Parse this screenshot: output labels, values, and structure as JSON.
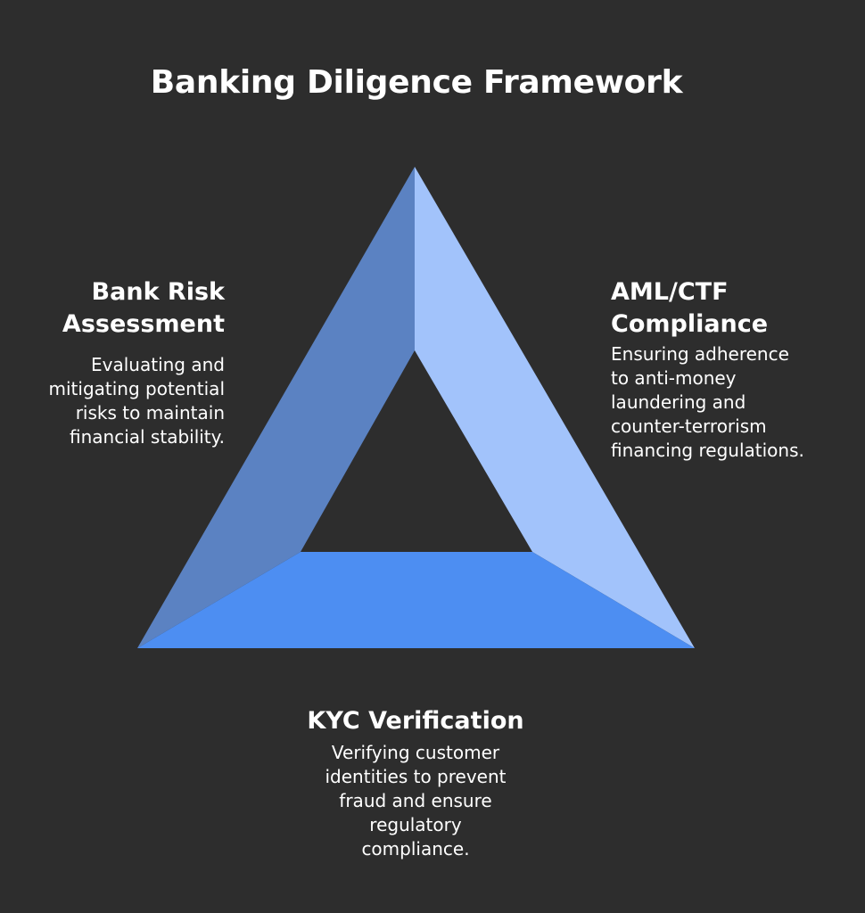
{
  "title": "Banking Diligence Framework",
  "colors": {
    "background": "#2d2d2d",
    "left_face": "#5b82c2",
    "right_face": "#a2c3fb",
    "bottom_face": "#4d8ef2",
    "text": "#ffffff"
  },
  "segments": [
    {
      "id": "bank-risk",
      "heading": "Bank Risk Assessment",
      "heading_lines": [
        "Bank Risk",
        "Assessment"
      ],
      "description_lines": [
        "Evaluating and",
        "mitigating potential",
        "risks to maintain",
        "financial stability."
      ]
    },
    {
      "id": "aml-ctf",
      "heading": "AML/CTF Compliance",
      "heading_lines": [
        "AML/CTF",
        "Compliance"
      ],
      "description_lines": [
        "Ensuring adherence",
        "to anti-money",
        "laundering and",
        "counter-terrorism",
        "financing regulations."
      ]
    },
    {
      "id": "kyc",
      "heading": "KYC Verification",
      "heading_lines": [
        "KYC Verification"
      ],
      "description_lines": [
        "Verifying customer",
        "identities to prevent",
        "fraud and ensure",
        "regulatory",
        "compliance."
      ]
    }
  ]
}
